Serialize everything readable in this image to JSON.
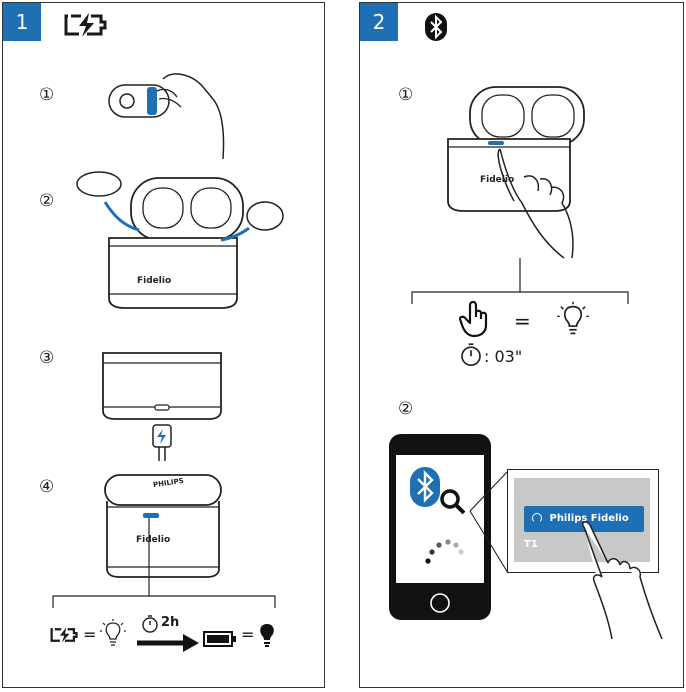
{
  "panel1": {
    "badge": "1",
    "steps": [
      "①",
      "②",
      "③",
      "④"
    ],
    "brand": "Fidelio",
    "brand_lid": "PHILIPS",
    "charge_time": "2h"
  },
  "panel2": {
    "badge": "2",
    "steps": [
      "①",
      "②"
    ],
    "brand": "Fidelio",
    "equals": "=",
    "timer": ": 03\"",
    "device_name": "Philips Fidelio T1"
  },
  "colors": {
    "accent": "#1f6fb5",
    "line": "#222222",
    "screen_grey": "#c8c8c8"
  }
}
